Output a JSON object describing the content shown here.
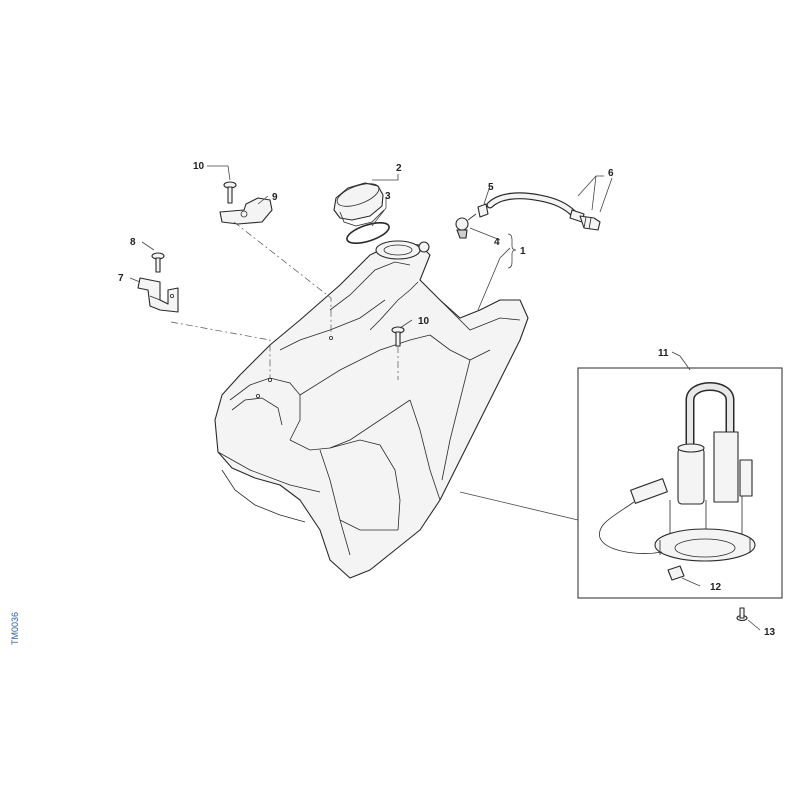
{
  "drawing_code": "TM0036",
  "callouts": {
    "c1": "1",
    "c2": "2",
    "c3": "3",
    "c4": "4",
    "c5": "5",
    "c6": "6",
    "c7": "7",
    "c8": "8",
    "c9": "9",
    "c10a": "10",
    "c10b": "10",
    "c11": "11",
    "c12": "12",
    "c13": "13"
  },
  "colors": {
    "line": "#2a2a2a",
    "code_text": "#2b5fa8"
  }
}
